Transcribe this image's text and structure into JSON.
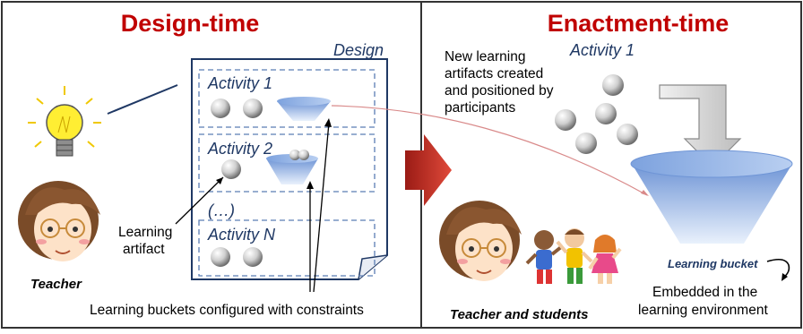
{
  "left_panel": {
    "title": "Design-time",
    "design_label": "Design",
    "activities": [
      "Activity 1",
      "Activity 2",
      "(…)",
      "Activity N"
    ],
    "artifact_label_line1": "Learning",
    "artifact_label_line2": "artifact",
    "teacher_label": "Teacher",
    "buckets_caption": "Learning buckets configured with constraints"
  },
  "right_panel": {
    "title": "Enactment-time",
    "activity_label": "Activity 1",
    "artifacts_text": [
      "New learning",
      "artifacts created",
      "and positioned by",
      "participants"
    ],
    "teacher_students_label": "Teacher and students",
    "bucket_label": "Learning bucket",
    "embedded_line1": "Embedded  in the",
    "embedded_line2": "learning environment"
  },
  "colors": {
    "title_red": "#c00000",
    "activity_blue": "#1f3864",
    "funnel_blue": "#8fb2e6",
    "arrow_red": "#c0392b",
    "bulb_yellow": "#ffee33"
  }
}
